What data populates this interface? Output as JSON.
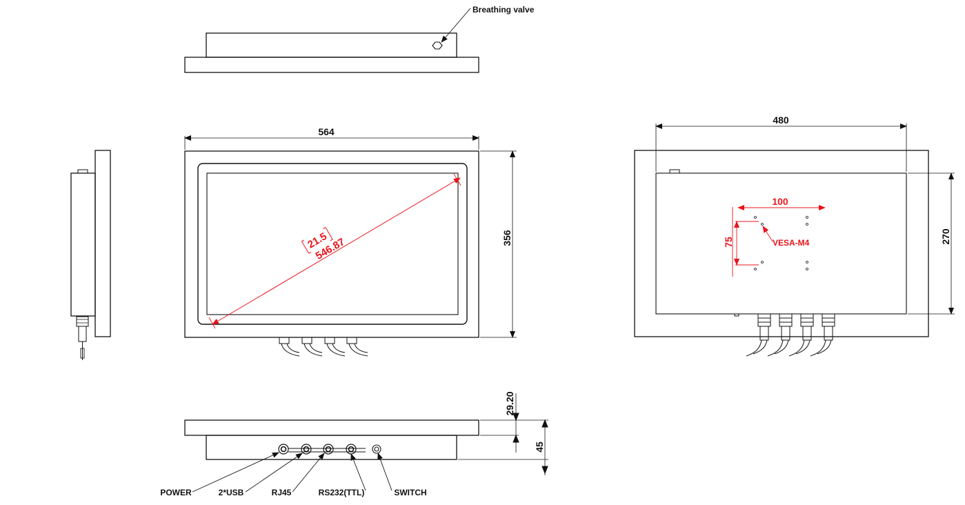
{
  "colors": {
    "ink": "#111111",
    "accent": "#e8141b"
  },
  "labels": {
    "breathing_valve": "Breathing valve",
    "width_front": "564",
    "height_front": "356",
    "diagonal_inch": "21.5",
    "diagonal_mm": "546.87",
    "width_back": "480",
    "height_back": "270",
    "vesa_h": "100",
    "vesa_v": "75",
    "vesa_note": "VESA-M4",
    "depth_bezel": "29.20",
    "depth_total": "45",
    "port_power": "POWER",
    "port_usb": "2*USB",
    "port_rj45": "RJ45",
    "port_rs232": "RS232(TTL)",
    "port_switch": "SWITCH"
  }
}
